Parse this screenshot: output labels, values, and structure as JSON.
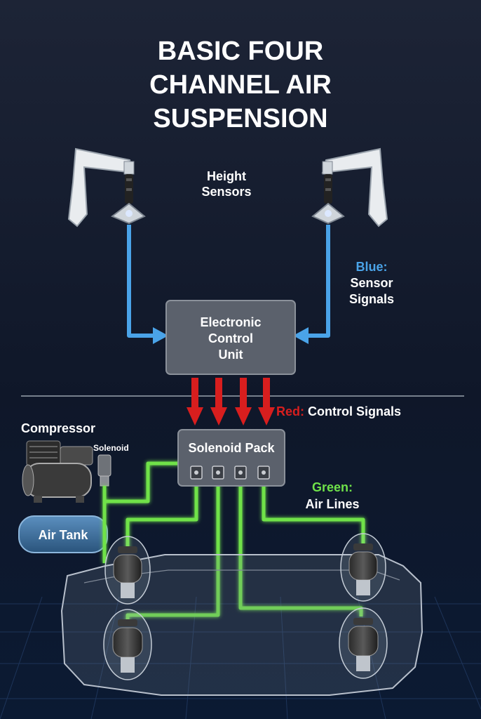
{
  "title": {
    "line1": "BASIC FOUR",
    "line2": "CHANNEL AIR",
    "line3": "SUSPENSION"
  },
  "labels": {
    "height_sensors": [
      "Height",
      "Sensors"
    ],
    "blue_key": "Blue:",
    "sensor_signals": [
      "Sensor",
      "Signals"
    ],
    "ecu": [
      "Electronic",
      "Control",
      "Unit"
    ],
    "red_key": "Red:",
    "control_signals": "Control Signals",
    "compressor": "Compressor",
    "solenoid": "Solenoid",
    "solenoid_pack": "Solenoid Pack",
    "air_tank": "Air Tank",
    "green_key": "Green:",
    "air_lines": "Air Lines"
  },
  "colors": {
    "background": "#111a2c",
    "sensor_signal": "#4aa3e8",
    "control_signal": "#d81e1e",
    "air_line": "#6fe24a",
    "box_fill": "#5b616c",
    "tank": "#3a6f9e"
  }
}
